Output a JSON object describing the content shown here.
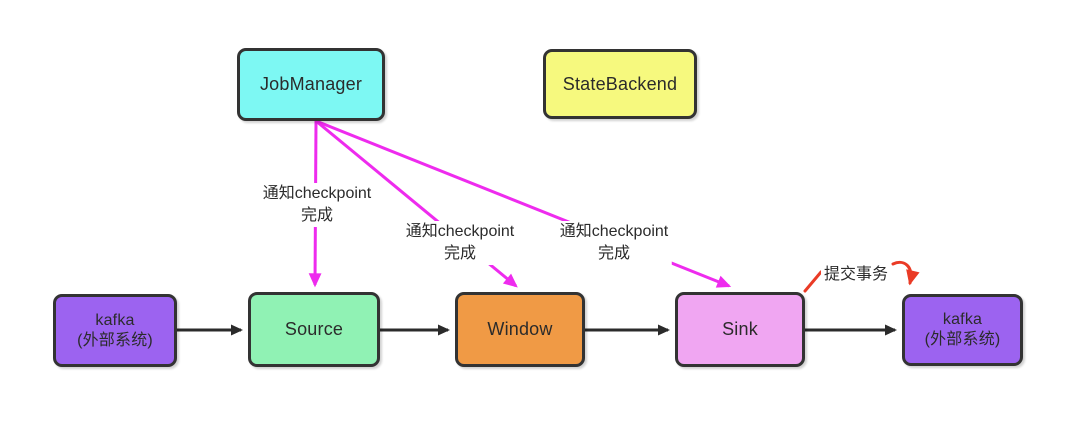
{
  "diagram": {
    "nodes": {
      "jobmanager": {
        "label": "JobManager",
        "fill": "#7df8f3"
      },
      "statebackend": {
        "label": "StateBackend",
        "fill": "#f6f97e"
      },
      "kafka_left": {
        "line1": "kafka",
        "line2": "(外部系统)",
        "fill": "#9c63f0"
      },
      "source": {
        "label": "Source",
        "fill": "#90f2b4"
      },
      "window": {
        "label": "Window",
        "fill": "#f09a45"
      },
      "sink": {
        "label": "Sink",
        "fill": "#f0a6f2"
      },
      "kafka_right": {
        "line1": "kafka",
        "line2": "(外部系统)",
        "fill": "#9c63f0"
      }
    },
    "edge_labels": {
      "notify_source": {
        "line1": "通知checkpoint",
        "line2": "完成"
      },
      "notify_window": {
        "line1": "通知checkpoint",
        "line2": "完成"
      },
      "notify_sink": {
        "line1": "通知checkpoint",
        "line2": "完成"
      },
      "commit": {
        "label": "提交事务"
      }
    },
    "colors": {
      "background": "#ffffff",
      "border": "#333333",
      "text": "#2b2b2b",
      "flow_arrow": "#2b2b2b",
      "notify_arrow": "#ee2bee",
      "commit_arrow": "#ea3b26"
    }
  }
}
